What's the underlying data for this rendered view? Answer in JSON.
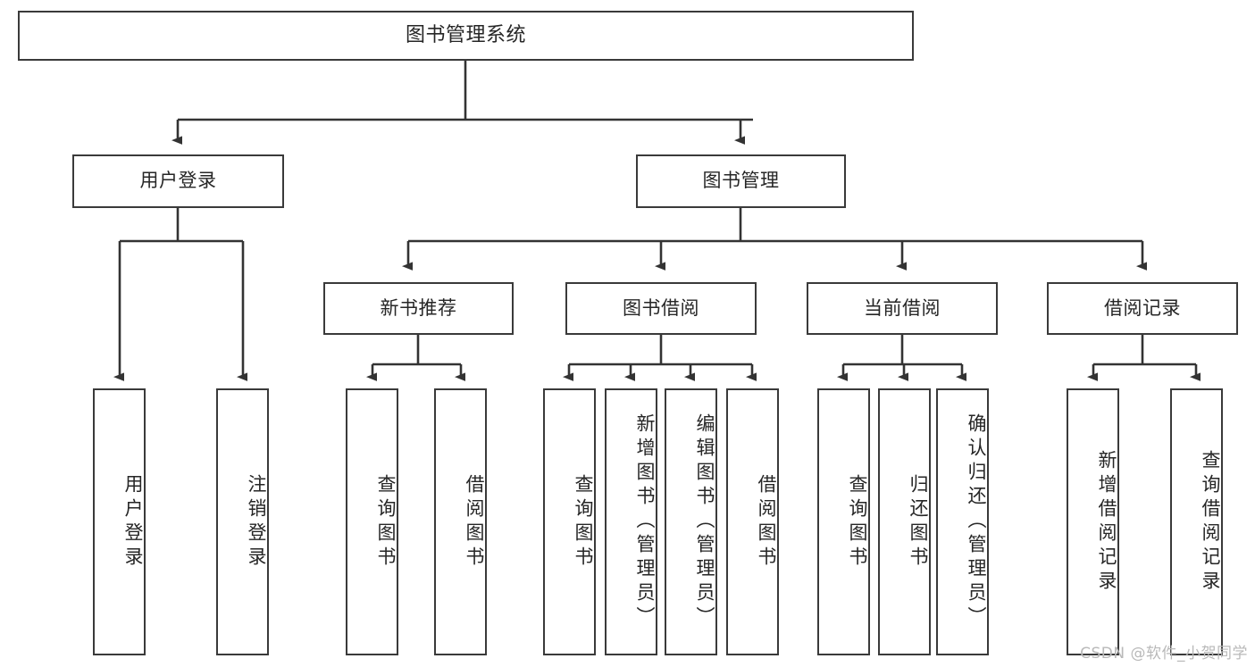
{
  "diagram": {
    "title": "图书管理系统",
    "type": "hierarchy-tree",
    "levels": 4,
    "nodes": {
      "root": {
        "label": "图书管理系统"
      },
      "level2": [
        {
          "id": "user-login",
          "label": "用户登录"
        },
        {
          "id": "book-management",
          "label": "图书管理"
        }
      ],
      "level3": [
        {
          "id": "new-book-recommend",
          "label": "新书推荐",
          "parent": "book-management"
        },
        {
          "id": "book-borrow",
          "label": "图书借阅",
          "parent": "book-management"
        },
        {
          "id": "current-borrow",
          "label": "当前借阅",
          "parent": "book-management"
        },
        {
          "id": "borrow-record",
          "label": "借阅记录",
          "parent": "book-management"
        }
      ],
      "leaves": [
        {
          "id": "leaf-user-login",
          "label": "用户登录",
          "parent": "user-login"
        },
        {
          "id": "leaf-logout-login",
          "label": "注销登录",
          "parent": "user-login"
        },
        {
          "id": "leaf-query-book-1",
          "label": "查询图书",
          "parent": "new-book-recommend"
        },
        {
          "id": "leaf-borrow-book-1",
          "label": "借阅图书",
          "parent": "new-book-recommend"
        },
        {
          "id": "leaf-query-book-2",
          "label": "查询图书",
          "parent": "book-borrow"
        },
        {
          "id": "leaf-add-book",
          "label": "新增图书（管理员）",
          "parent": "book-borrow"
        },
        {
          "id": "leaf-edit-book",
          "label": "编辑图书（管理员）",
          "parent": "book-borrow"
        },
        {
          "id": "leaf-borrow-book-2",
          "label": "借阅图书",
          "parent": "book-borrow"
        },
        {
          "id": "leaf-query-book-3",
          "label": "查询图书",
          "parent": "current-borrow"
        },
        {
          "id": "leaf-return-book",
          "label": "归还图书",
          "parent": "current-borrow"
        },
        {
          "id": "leaf-confirm-return",
          "label": "确认归还（管理员）",
          "parent": "current-borrow"
        },
        {
          "id": "leaf-add-record",
          "label": "新增借阅记录",
          "parent": "borrow-record"
        },
        {
          "id": "leaf-query-record",
          "label": "查询借阅记录",
          "parent": "borrow-record"
        }
      ]
    },
    "colors": {
      "node_border": "#3a3a3a",
      "node_fill": "#ffffff",
      "connector": "#333333",
      "text": "#262626",
      "watermark": "#b9b9b9"
    }
  },
  "watermark": {
    "text": "CSDN @软件_小贺同学"
  }
}
